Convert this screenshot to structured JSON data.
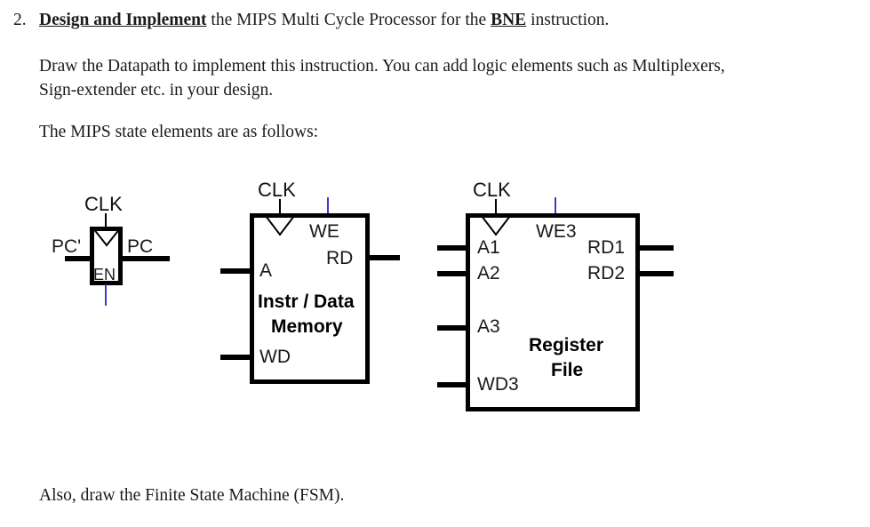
{
  "document": {
    "question_number": "2.",
    "heading": {
      "emphasis": "Design and Implement",
      "rest": " the MIPS Multi Cycle Processor for the ",
      "emphasis2": "BNE",
      "tail": " instruction."
    },
    "paragraphs": {
      "p1_line1": "Draw the Datapath to implement this instruction. You can add logic elements such as Multiplexers,",
      "p1_line2": "Sign-extender etc. in your design.",
      "p2": "The MIPS state elements are as follows:",
      "p3": "Also, draw the Finite State Machine (FSM)."
    }
  },
  "diagram": {
    "pc_register": {
      "clk_label": "CLK",
      "input_label": "PC'",
      "output_label": "PC",
      "enable_label": "EN"
    },
    "memory": {
      "clk_label": "CLK",
      "we_label": "WE",
      "rd_label": "RD",
      "a_label": "A",
      "wd_label": "WD",
      "title_line1": "Instr / Data",
      "title_line2": "Memory"
    },
    "register_file": {
      "clk_label": "CLK",
      "we3_label": "WE3",
      "a1_label": "A1",
      "a2_label": "A2",
      "a3_label": "A3",
      "wd3_label": "WD3",
      "rd1_label": "RD1",
      "rd2_label": "RD2",
      "title_line1": "Register",
      "title_line2": "File"
    }
  },
  "colors": {
    "ink": "#1a1a1a",
    "wire": "#000000",
    "control_blue": "#3b3bc8",
    "background": "#ffffff"
  }
}
